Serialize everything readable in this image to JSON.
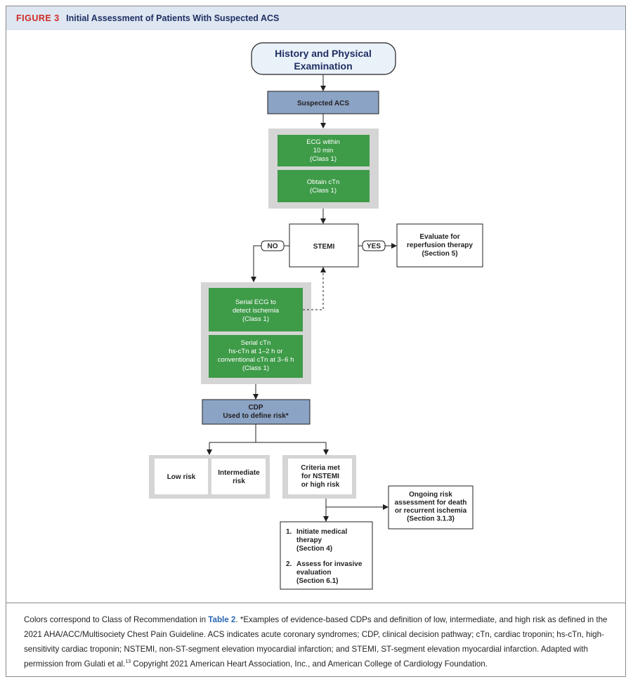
{
  "figure": {
    "label": "FIGURE 3",
    "title": "Initial Assessment of Patients With Suspected ACS"
  },
  "nodes": {
    "history": [
      "History and Physical",
      "Examination"
    ],
    "suspected": [
      "Suspected ACS"
    ],
    "ecg": [
      "ECG within",
      "10 min",
      "(Class 1)"
    ],
    "obtain_ctn": [
      "Obtain cTn",
      "(Class 1)"
    ],
    "stemi": [
      "STEMI"
    ],
    "reperfusion": [
      "Evaluate for",
      "reperfusion therapy",
      "(Section 5)"
    ],
    "serial_ecg": [
      "Serial ECG to",
      "detect ischemia",
      "(Class 1)"
    ],
    "serial_ctn": [
      "Serial cTn",
      "hs-cTn at 1–2 h or",
      "conventional cTn at 3–6 h",
      "(Class 1)"
    ],
    "cdp": [
      "CDP",
      "Used to define risk*"
    ],
    "low_risk": [
      "Low risk"
    ],
    "intermediate": [
      "Intermediate",
      "risk"
    ],
    "criteria": [
      "Criteria met",
      "for NSTEMI",
      "or high risk"
    ],
    "ongoing": [
      "Ongoing risk",
      "assessment for death",
      "or recurrent ischemia",
      "(Section 3.1.3)"
    ],
    "therapy_item1": [
      "1.",
      "Initiate medical",
      "therapy",
      "(Section 4)"
    ],
    "therapy_item2": [
      "2.",
      "Assess for invasive",
      "evaluation",
      "(Section 6.1)"
    ]
  },
  "edge_labels": {
    "no": "NO",
    "yes": "YES"
  },
  "colors": {
    "class1_green": "#3e9b48",
    "blue_box": "#8ba3c4",
    "group_gray": "#d5d5d5",
    "start_fill": "#e9f1f9"
  },
  "caption": {
    "part1": "Colors correspond to Class of Recommendation in ",
    "table_link": "Table 2",
    "part2": ". *Examples of evidence-based CDPs and definition of low, intermediate, and high risk as defined in the 2021 AHA/ACC/Multisociety Chest Pain Guideline. ACS indicates acute coronary syndromes; CDP, clinical decision pathway; cTn, cardiac troponin; hs-cTn, high-sensitivity cardiac troponin; NSTEMI, non-ST-segment elevation myocardial infarction; and STEMI, ST-segment elevation myocardial infarction. Adapted with permission from Gulati et al.",
    "ref": "13",
    "part3": " Copyright 2021 American Heart Association, Inc., and American College of Cardiology Foundation."
  }
}
